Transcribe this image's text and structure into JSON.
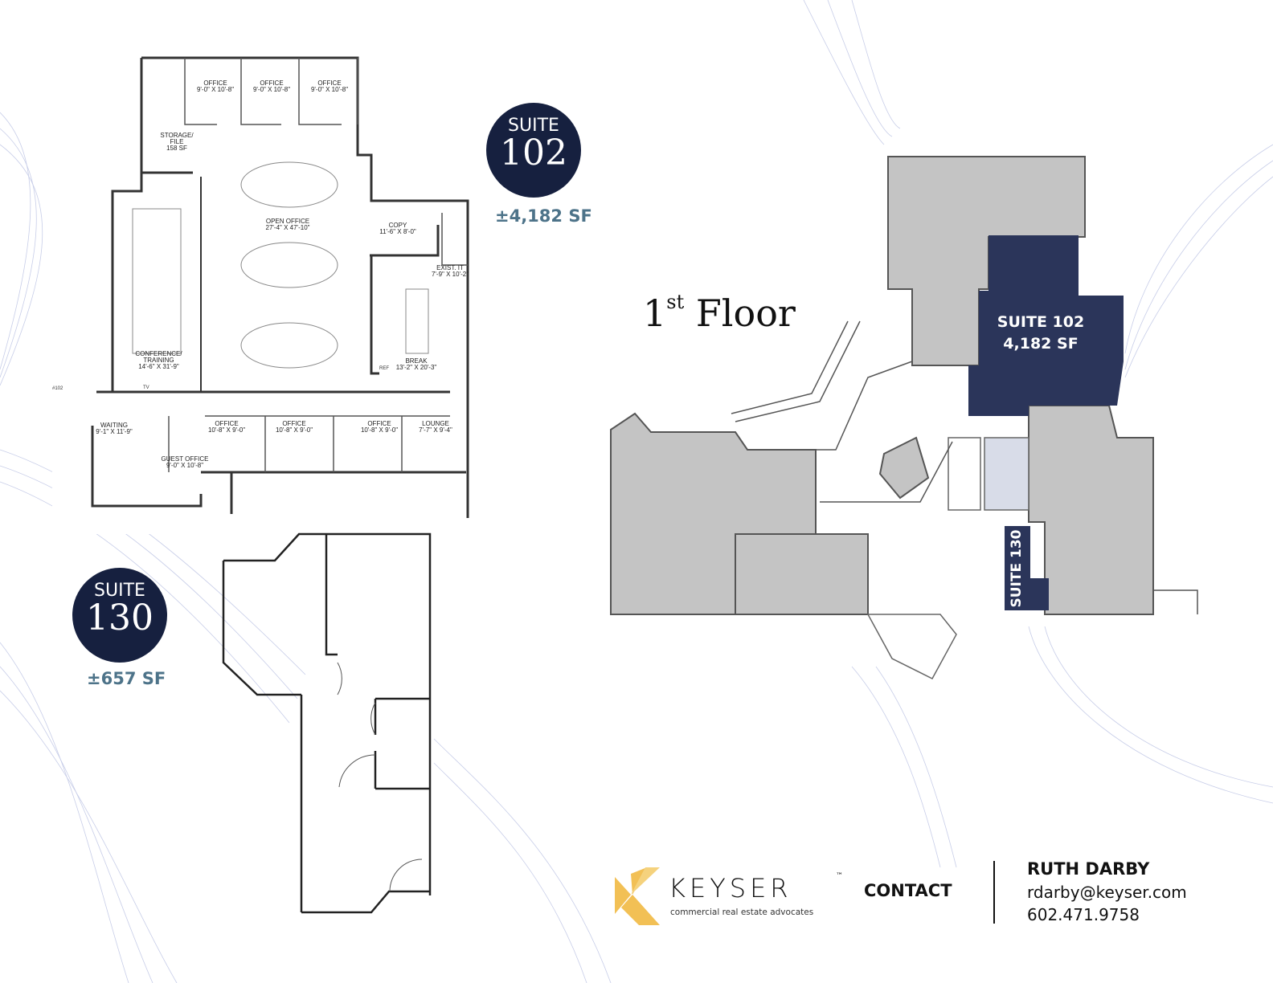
{
  "suite_102": {
    "badge_label": "SUITE",
    "badge_number": "102",
    "area": "±4,182 SF",
    "rooms": [
      {
        "name": "OFFICE",
        "dims": "9'-0\" X 10'-8\""
      },
      {
        "name": "OFFICE",
        "dims": "9'-0\" X 10'-8\""
      },
      {
        "name": "OFFICE",
        "dims": "9'-0\" X 10'-8\""
      },
      {
        "name": "STORAGE/ FILE",
        "dims": "158 SF"
      },
      {
        "name": "OPEN OFFICE",
        "dims": "27'-4\" X 47'-10\""
      },
      {
        "name": "COPY",
        "dims": "11'-6\" X 8'-0\""
      },
      {
        "name": "EXIST. IT",
        "dims": "7'-9\" X 10'-2\""
      },
      {
        "name": "CONFERENCE/ TRAINING",
        "dims": "14'-6\" X 31'-9\""
      },
      {
        "name": "BREAK",
        "dims": "13'-2\" X 20'-3\""
      },
      {
        "name": "WAITING",
        "dims": "9'-1\" X 11'-9\""
      },
      {
        "name": "GUEST OFFICE",
        "dims": "9'-0\" X 10'-8\""
      },
      {
        "name": "OFFICE",
        "dims": "10'-8\" X 9'-0\""
      },
      {
        "name": "OFFICE",
        "dims": "10'-8\" X 9'-0\""
      },
      {
        "name": "OFFICE",
        "dims": "10'-8\" X 9'-0\""
      },
      {
        "name": "LOUNGE",
        "dims": "7'-7\" X 9'-4\""
      }
    ],
    "door_number": "#102",
    "small_labels": {
      "tv": "TV",
      "ref": "REF"
    }
  },
  "suite_130": {
    "badge_label": "SUITE",
    "badge_number": "130",
    "area": "±657 SF"
  },
  "floor_title": {
    "number": "1",
    "suffix": "st",
    "word": "Floor"
  },
  "building_plan": {
    "suite_102_label": "SUITE 102",
    "suite_102_area": "4,182 SF",
    "suite_130_label": "SUITE 130",
    "colors": {
      "suite": "#2b355a",
      "common": "#c4c4c4",
      "wall": "#555555"
    }
  },
  "footer": {
    "brand": "KEYSER",
    "tm": "™",
    "tagline": "commercial real estate advocates",
    "contact_label": "CONTACT",
    "name": "RUTH DARBY",
    "email": "rdarby@keyser.com",
    "phone": "602.471.9758",
    "colors": {
      "logo": "#f2c055",
      "navy": "#16203f",
      "accent": "#4d7389"
    }
  }
}
